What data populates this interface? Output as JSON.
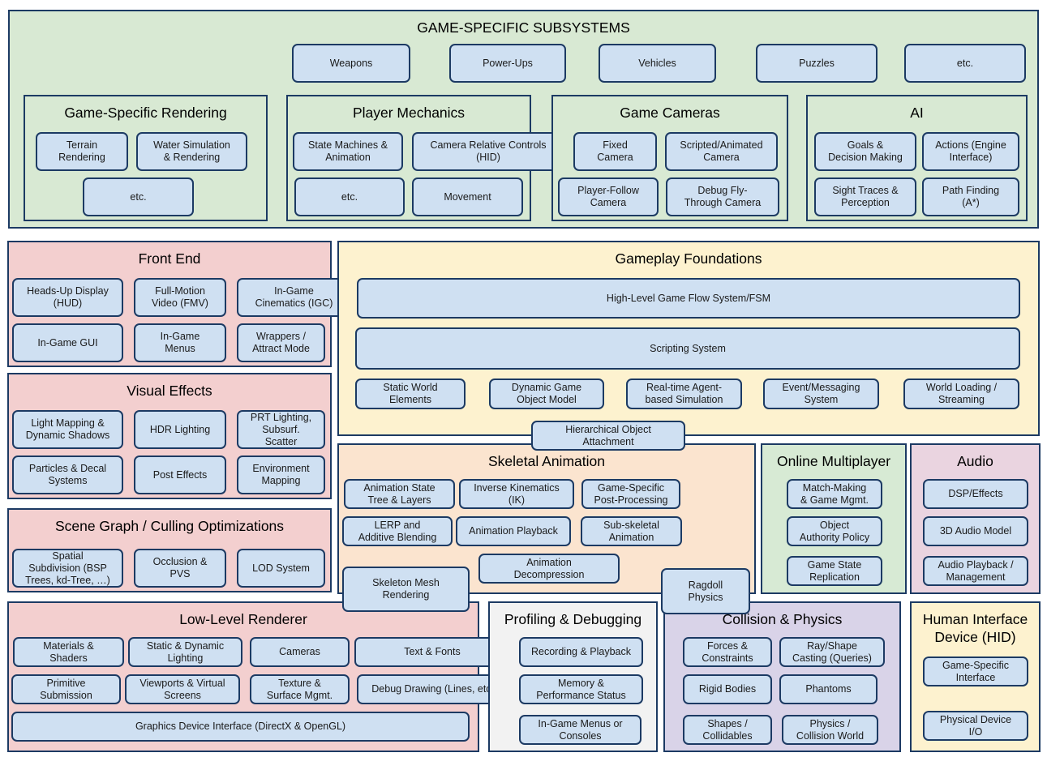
{
  "game_specific": {
    "title": "GAME-SPECIFIC SUBSYSTEMS",
    "top_items": [
      "Weapons",
      "Power-Ups",
      "Vehicles",
      "Puzzles",
      "etc."
    ],
    "rendering": {
      "title": "Game-Specific Rendering",
      "items": [
        "Terrain\nRendering",
        "Water Simulation\n& Rendering",
        "etc."
      ]
    },
    "player_mechanics": {
      "title": "Player Mechanics",
      "items": [
        "State Machines &\nAnimation",
        "Camera Relative Controls\n(HID)",
        "etc.",
        "Movement"
      ]
    },
    "game_cameras": {
      "title": "Game Cameras",
      "items": [
        "Fixed\nCamera",
        "Scripted/Animated\nCamera",
        "Player-Follow\nCamera",
        "Debug Fly-\nThrough Camera"
      ]
    },
    "ai": {
      "title": "AI",
      "items": [
        "Goals &\nDecision Making",
        "Actions (Engine\nInterface)",
        "Sight Traces &\nPerception",
        "Path Finding\n(A*)"
      ]
    }
  },
  "front_end": {
    "title": "Front End",
    "items": [
      "Heads-Up Display\n(HUD)",
      "Full-Motion\nVideo (FMV)",
      "In-Game\nCinematics (IGC)",
      "In-Game GUI",
      "In-Game\nMenus",
      "Wrappers /\nAttract Mode"
    ]
  },
  "visual_effects": {
    "title": "Visual Effects",
    "items": [
      "Light Mapping  &\nDynamic Shadows",
      "HDR Lighting",
      "PRT Lighting,\nSubsurf.\nScatter",
      "Particles & Decal\nSystems",
      "Post Effects",
      "Environment\nMapping"
    ]
  },
  "scene_graph": {
    "title": "Scene Graph / Culling Optimizations",
    "items": [
      "Spatial\nSubdivision (BSP\nTrees, kd-Tree, …)",
      "Occlusion &\nPVS",
      "LOD System"
    ]
  },
  "gameplay_foundations": {
    "title": "Gameplay Foundations",
    "items": [
      "High-Level Game Flow System/FSM",
      "Scripting System",
      "Static World\nElements",
      "Dynamic Game\nObject Model",
      "Real-time Agent-\nbased Simulation",
      "Event/Messaging\nSystem",
      "World Loading /\nStreaming",
      "Hierarchical Object\nAttachment"
    ]
  },
  "skeletal_animation": {
    "title": "Skeletal Animation",
    "items": [
      "Animation State\nTree & Layers",
      "Inverse Kinematics\n(IK)",
      "Game-Specific\nPost-Processing",
      "LERP and\nAdditive Blending",
      "Animation Playback",
      "Sub-skeletal\nAnimation",
      "Animation\nDecompression",
      "Skeleton Mesh\nRendering"
    ]
  },
  "online_multiplayer": {
    "title": "Online Multiplayer",
    "items": [
      "Match-Making\n& Game Mgmt.",
      "Object\nAuthority Policy",
      "Game State\nReplication"
    ]
  },
  "audio": {
    "title": "Audio",
    "items": [
      "DSP/Effects",
      "3D Audio Model",
      "Audio Playback /\nManagement"
    ]
  },
  "low_level_renderer": {
    "title": "Low-Level Renderer",
    "items": [
      "Materials &\nShaders",
      "Static & Dynamic\nLighting",
      "Cameras",
      "Text & Fonts",
      "Primitive\nSubmission",
      "Viewports & Virtual\nScreens",
      "Texture &\nSurface Mgmt.",
      "Debug Drawing (Lines, etc)",
      "Graphics Device Interface (DirectX & OpenGL)"
    ]
  },
  "profiling": {
    "title": "Profiling & Debugging",
    "items": [
      "Recording & Playback",
      "Memory &\nPerformance Status",
      "In-Game Menus or\nConsoles"
    ]
  },
  "collision": {
    "title": "Collision & Physics",
    "items": [
      "Forces &\nConstraints",
      "Ray/Shape\nCasting (Queries)",
      "Rigid Bodies",
      "Phantoms",
      "Shapes /\nCollidables",
      "Physics /\nCollision World",
      "Ragdoll\nPhysics"
    ]
  },
  "hid": {
    "title": "Human Interface\nDevice (HID)",
    "items": [
      "Game-Specific\nInterface",
      "Physical Device\nI/O"
    ]
  }
}
